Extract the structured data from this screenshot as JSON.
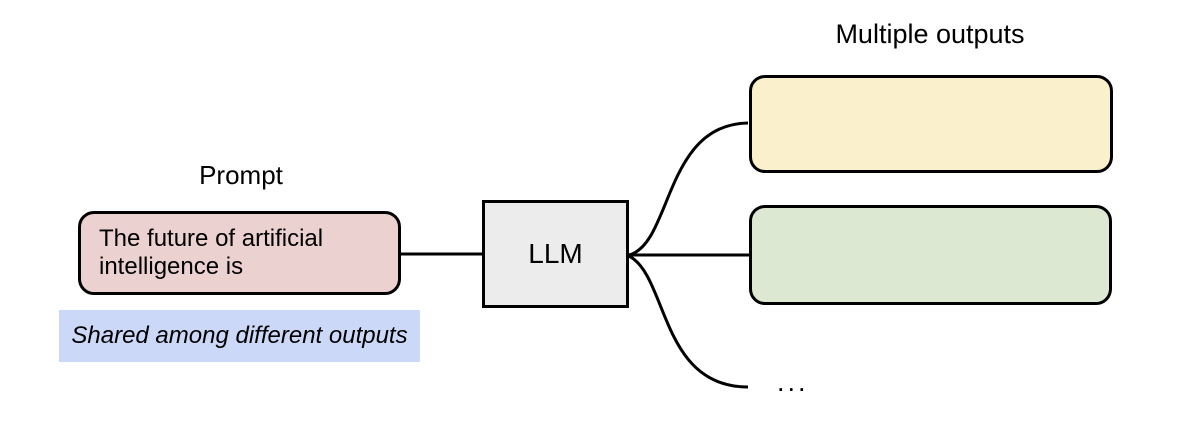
{
  "diagram": {
    "background_color": "#ffffff",
    "stroke_color": "#000000",
    "prompt": {
      "label": "Prompt",
      "box_text": "The future of artificial intelligence is",
      "box_fill": "#ecd1d1",
      "note_text": "Shared among different outputs",
      "note_fill": "#cbd8f7"
    },
    "llm": {
      "label": "LLM",
      "box_fill": "#ececec"
    },
    "outputs": {
      "label": "Multiple outputs",
      "box_1_fill": "#faf0cc",
      "box_2_fill": "#dde8d3",
      "ellipsis": "..."
    }
  }
}
